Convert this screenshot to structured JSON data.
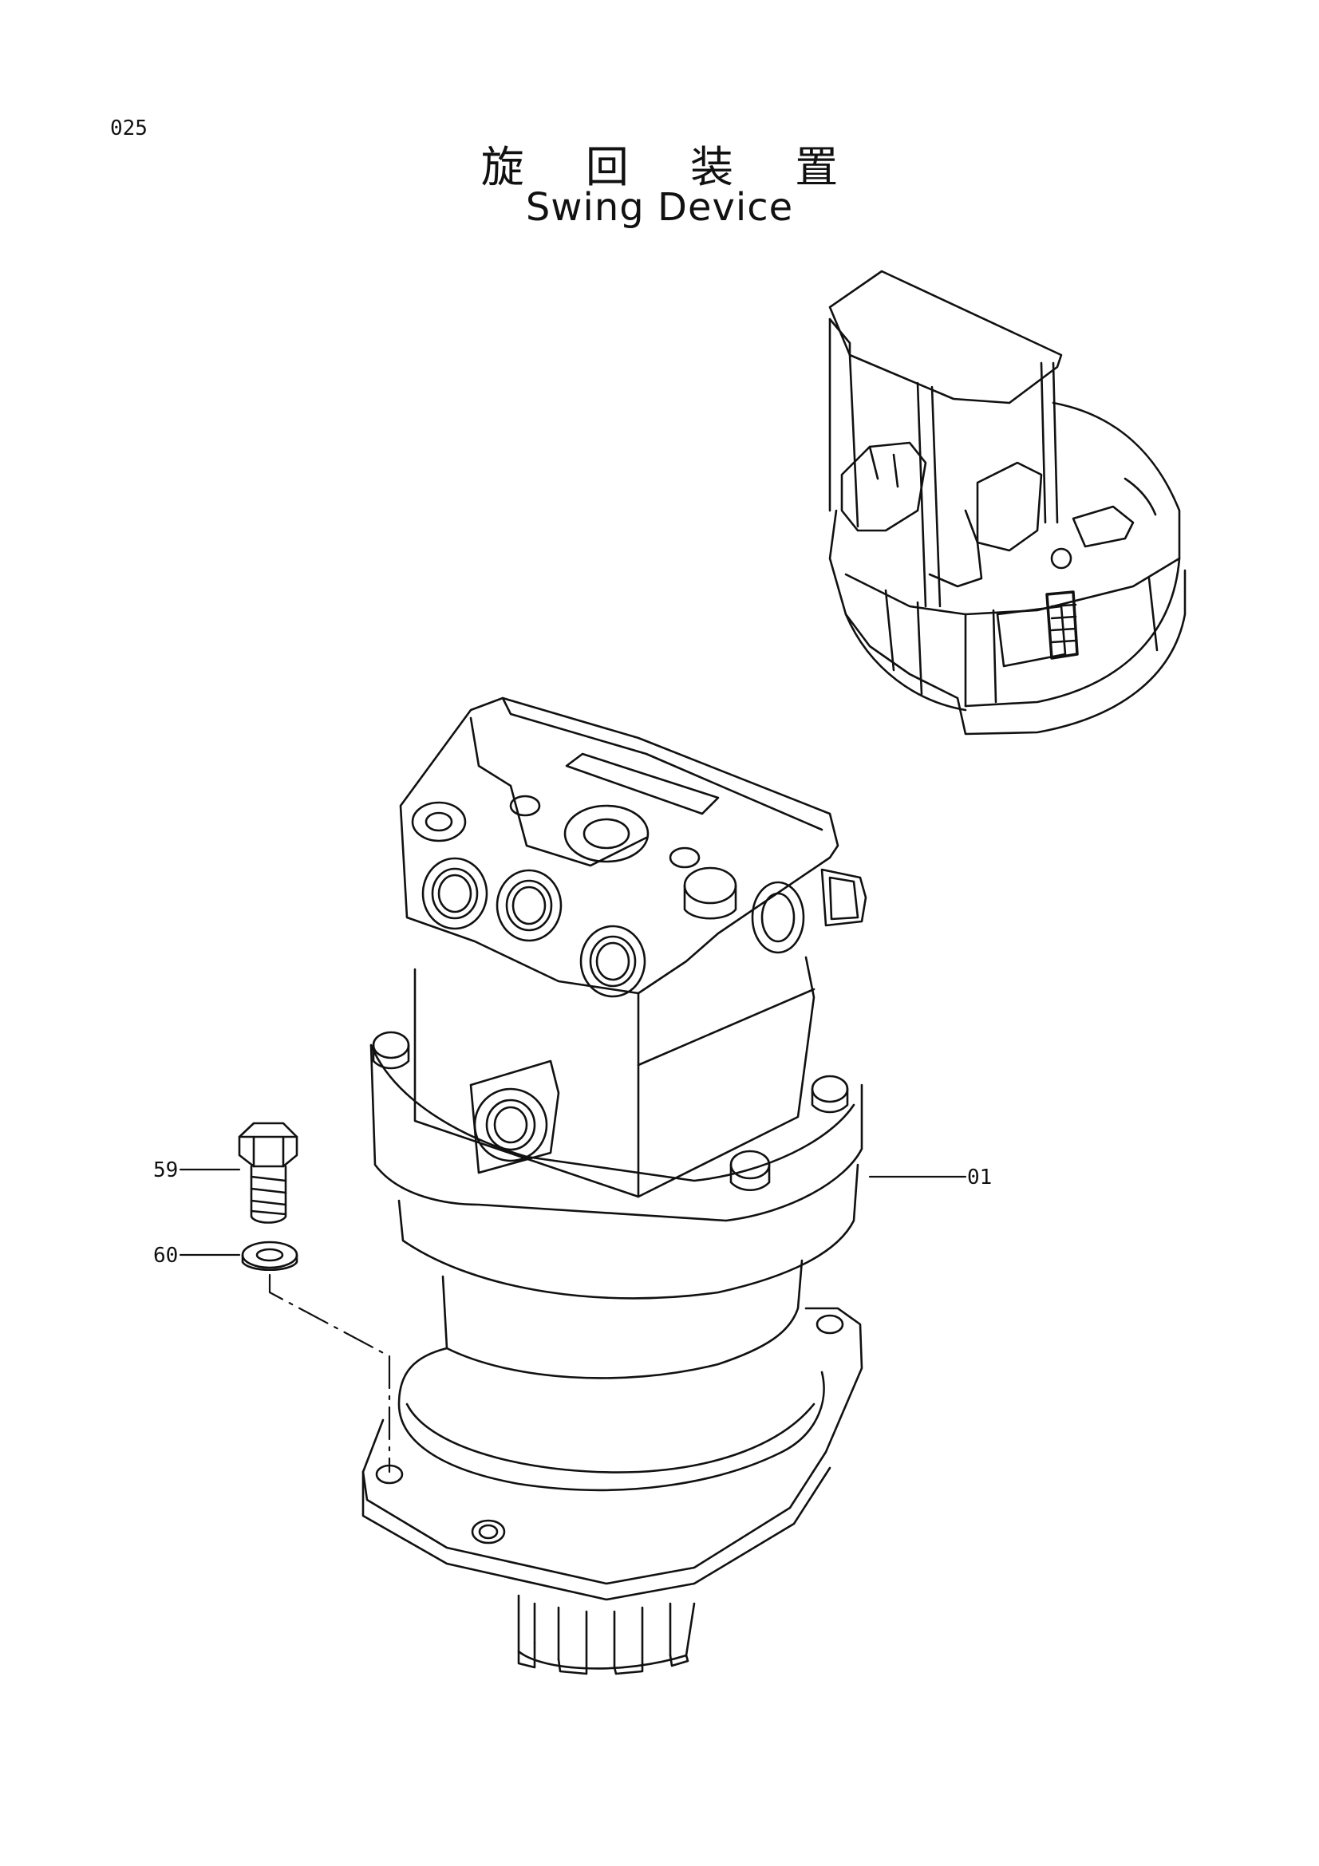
{
  "page": {
    "number": "025"
  },
  "title": {
    "japanese": "旋 回 装 置",
    "english": "Swing Device"
  },
  "callouts": [
    {
      "id": "c59",
      "label": "59"
    },
    {
      "id": "c60",
      "label": "60"
    },
    {
      "id": "c01",
      "label": "01"
    }
  ]
}
